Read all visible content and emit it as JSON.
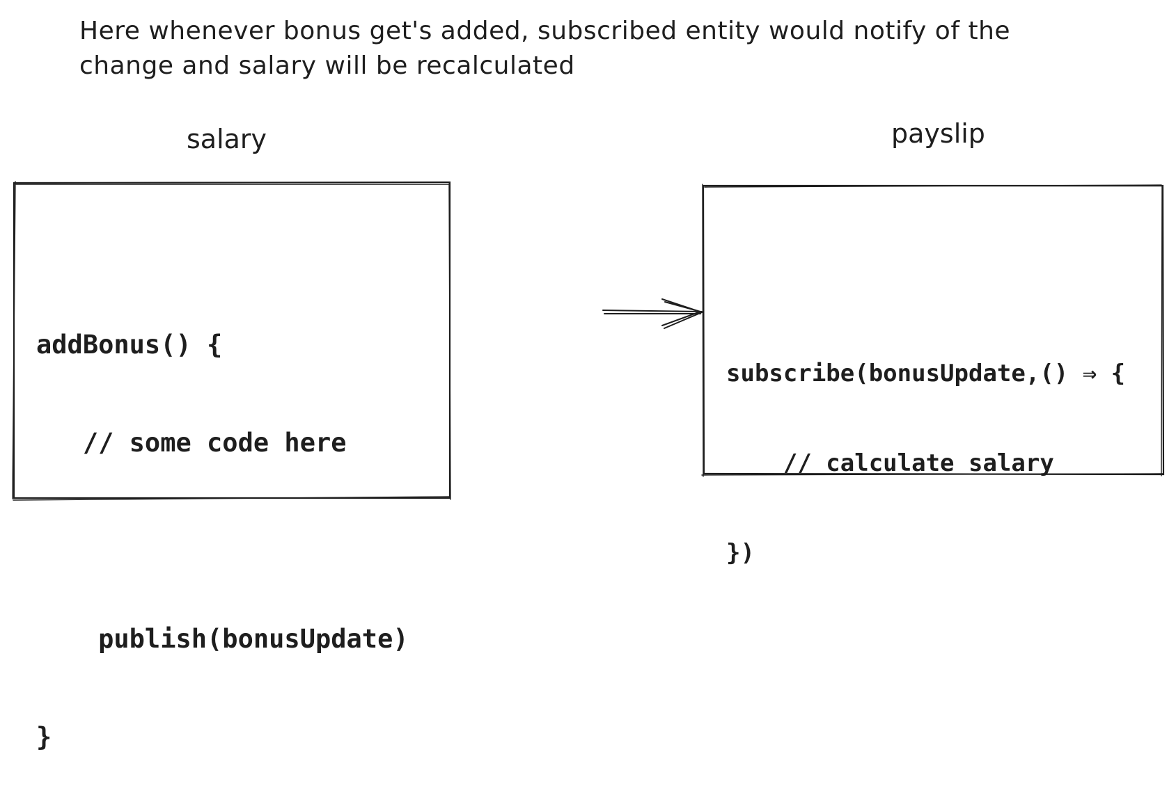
{
  "caption": {
    "line1": "Here whenever bonus get's added, subscribed entity would notify of the",
    "line2": "change and salary will be recalculated"
  },
  "salary": {
    "title": "salary",
    "code": [
      "addBonus() {",
      "   // some code here",
      "",
      "    publish(bonusUpdate)",
      "}"
    ]
  },
  "payslip": {
    "title": "payslip",
    "code": [
      "subscribe(bonusUpdate,() ⇒ {",
      "    // calculate salary",
      "})"
    ]
  },
  "colors": {
    "stroke": "#1e1e1e",
    "background": "#ffffff"
  }
}
